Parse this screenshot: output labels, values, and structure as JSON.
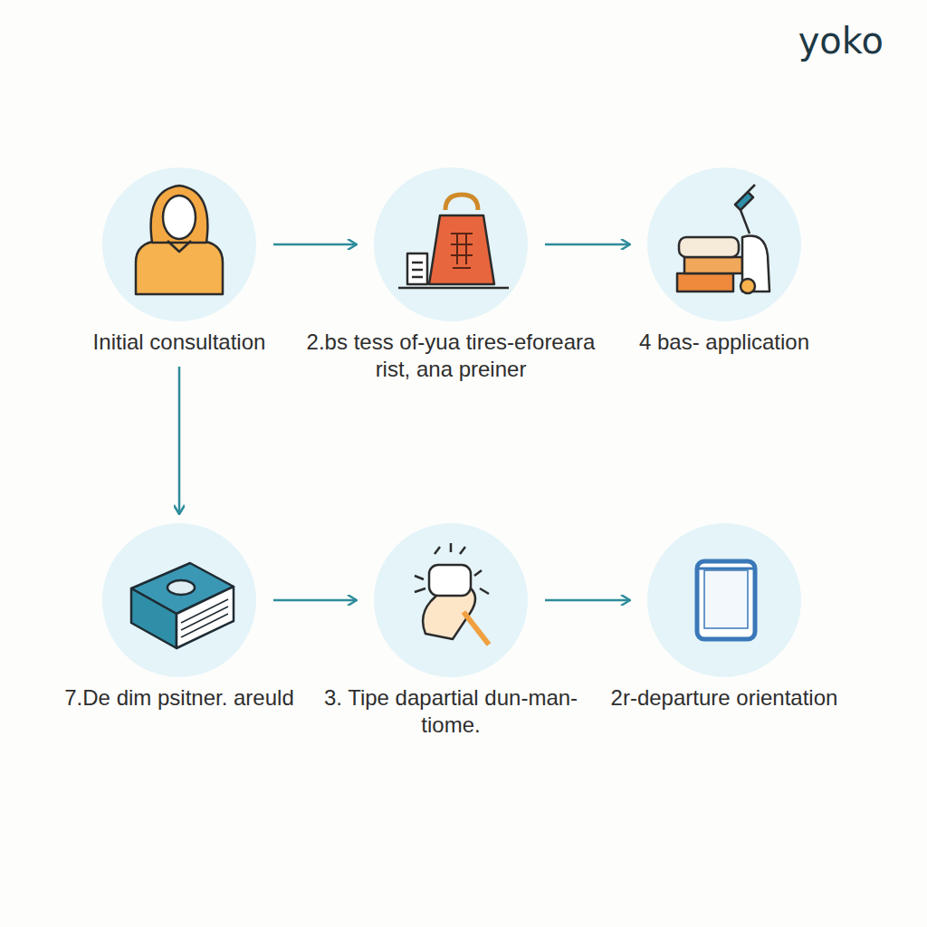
{
  "diagram": {
    "nodes": [
      {
        "text": [
          "Initial consultation"
        ]
      },
      {
        "text": [
          "2.bs tess of-yua tires-eforeara rist, ana preiner"
        ]
      },
      {
        "text": [
          "4 bas- application"
        ]
      },
      {
        "text": [
          "7.De dim psitner. areuld"
        ]
      },
      {
        "text": [
          "3. Tipe dapartial dun-man-tiome."
        ]
      },
      {
        "text": [
          "2r-departure orientation"
        ]
      }
    ],
    "edges": [
      {
        "from": 0,
        "to": 1,
        "arrow": "to"
      },
      {
        "from": 1,
        "to": 2,
        "arrow": "to"
      },
      {
        "from": 0,
        "to": 3,
        "arrow": "to"
      },
      {
        "from": 3,
        "to": 4,
        "arrow": "to"
      },
      {
        "from": 4,
        "to": 5,
        "arrow": "to"
      }
    ],
    "labels": [
      "yoko"
    ]
  }
}
